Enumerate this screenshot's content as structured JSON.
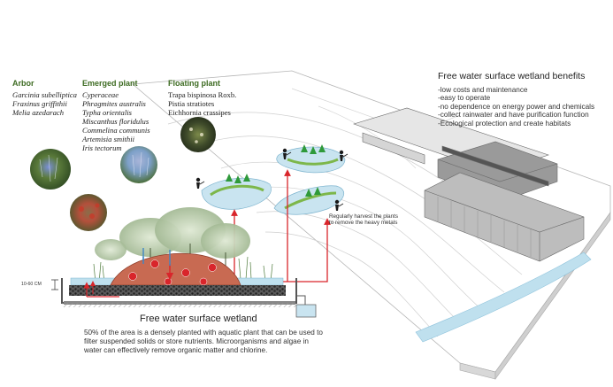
{
  "categories": [
    {
      "heading": "Arbor",
      "species": [
        "Garcinia subelliptica",
        "Fraxinus griffithii",
        "Melia azedarach"
      ]
    },
    {
      "heading": "Emerged plant",
      "species": [
        "Cyperaceae",
        "Phragmites australis",
        "Typha orientalis",
        "Miscanthus floridulus",
        "Commelina communis",
        "Artemisia smithii",
        "Iris tectorum"
      ]
    },
    {
      "heading": "Floating plant",
      "species": [
        "Trapa bispinosa Roxb.",
        "Pistia stratiotes",
        "Eichhornia crassipes"
      ]
    }
  ],
  "benefits": {
    "title": "Free water surface wetland benefits",
    "items": [
      "-low costs and maintenance",
      "-easy to operate",
      "-no dependence on energy power and chemicals",
      "-collect rainwater and have purification function",
      "-Ecological protection and create habitats"
    ]
  },
  "harvest_note": [
    "Regularly harvest the plants",
    "to remove the heavy metals"
  ],
  "depth_label": "10-60 CM",
  "wetland": {
    "title": "Free water surface wetland",
    "description": "50% of the area is a densely planted with aquatic plant that can be used to filter suspended solids or store nutrients. Microorganisms and algae in water can effectively remove organic matter and chlorine."
  },
  "colors": {
    "heading_green": "#3d6b22",
    "arrow_red": "#d9252b",
    "arrow_blue": "#3f86c6",
    "pond_fill": "#c9e4f0",
    "mound_fill": "#c86a52",
    "water_channel": "#bfe0ee"
  },
  "icons": [
    "person-harvesting-icon",
    "sun-icon",
    "tree-icon"
  ]
}
